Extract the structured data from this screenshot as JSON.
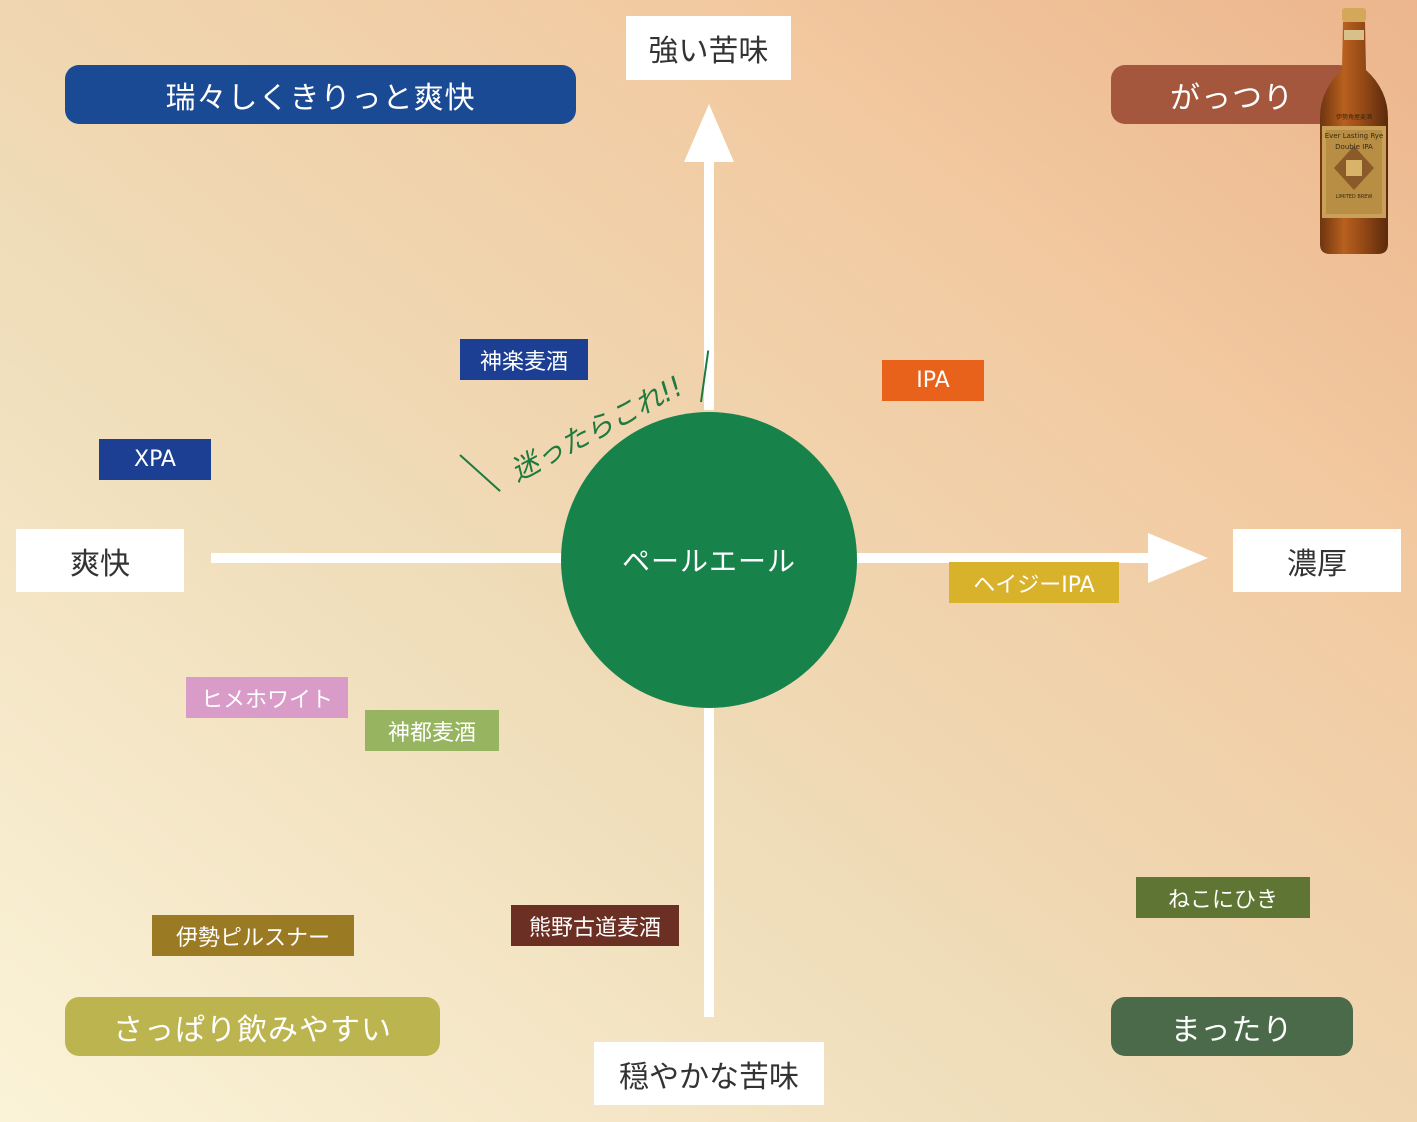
{
  "axes": {
    "top": "強い苦味",
    "bottom": "穏やかな苦味",
    "left": "爽快",
    "right": "濃厚"
  },
  "quadrants": {
    "top_left": "瑞々しくきりっと爽快",
    "top_right": "がっつり",
    "bottom_left": "さっぱり飲みやすい",
    "bottom_right": "まったり"
  },
  "center": "ペールエール",
  "note": "迷ったらこれ!!",
  "beers": [
    {
      "name": "神楽麦酒",
      "color": "#1c3f94"
    },
    {
      "name": "IPA",
      "color": "#e8621b"
    },
    {
      "name": "XPA",
      "color": "#1c3f94"
    },
    {
      "name": "ヘイジーIPA",
      "color": "#d8b22a"
    },
    {
      "name": "ヒメホワイト",
      "color": "#d99bc7"
    },
    {
      "name": "神都麦酒",
      "color": "#97b560"
    },
    {
      "name": "伊勢ピルスナー",
      "color": "#9b7a24"
    },
    {
      "name": "熊野古道麦酒",
      "color": "#6b2f24"
    },
    {
      "name": "ねこにひき",
      "color": "#5e7533"
    }
  ],
  "colors": {
    "center": "#17824a",
    "top_left": "#1a4a94",
    "top_right": "#a4573d",
    "bottom_left": "#bcb44f",
    "bottom_right": "#4a6a4a"
  },
  "bottle_label": [
    "伊勢角屋麦酒",
    "Ever Lasting Rye",
    "Double IPA",
    "LIMITED BREW"
  ]
}
